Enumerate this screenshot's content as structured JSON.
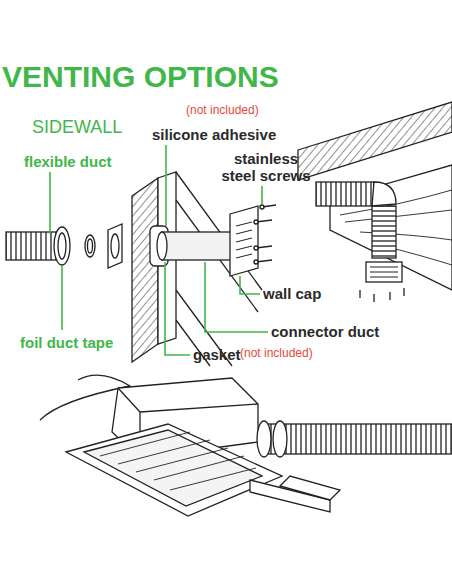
{
  "diagram": {
    "title": "VENTING OPTIONS",
    "labels": [
      "SIDEWALL",
      "(not included)",
      "silicone adhesive",
      "stainless steel screws",
      "flexible duct",
      "wall cap",
      "foil duct tape",
      "connector duct",
      "gasket",
      "(not included)"
    ]
  }
}
